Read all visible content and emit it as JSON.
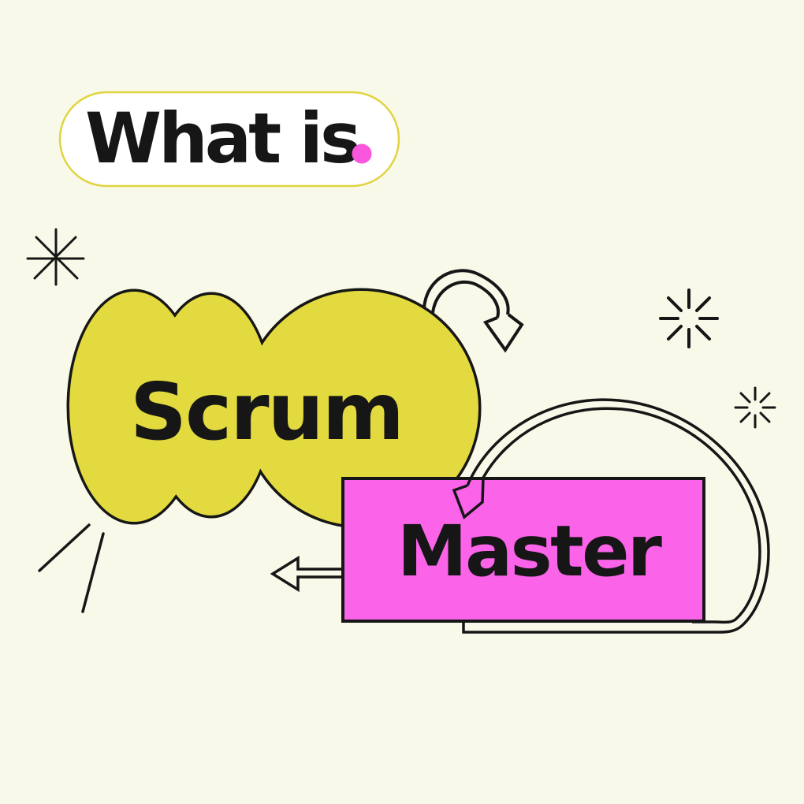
{
  "badge": {
    "label": "What is"
  },
  "blob": {
    "label": "Scrum"
  },
  "panel": {
    "label": "Master"
  },
  "colors": {
    "background": "#f9f9e9",
    "badge_fill": "#ffffff",
    "badge_border": "#e0d440",
    "accent_dot_pink": "#fa55dd",
    "blob_yellow": "#e2da3e",
    "panel_pink": "#fb63e9",
    "ink": "#161616"
  },
  "decorations": {
    "icons": [
      {
        "name": "asterisk-star-icon"
      },
      {
        "name": "burst-spinner-icon"
      },
      {
        "name": "burst-spinner-small-icon"
      },
      {
        "name": "curved-hop-arrow-icon"
      },
      {
        "name": "big-loop-arrow-icon"
      },
      {
        "name": "left-arrow-icon"
      },
      {
        "name": "emphasis-rays-icon"
      }
    ]
  }
}
